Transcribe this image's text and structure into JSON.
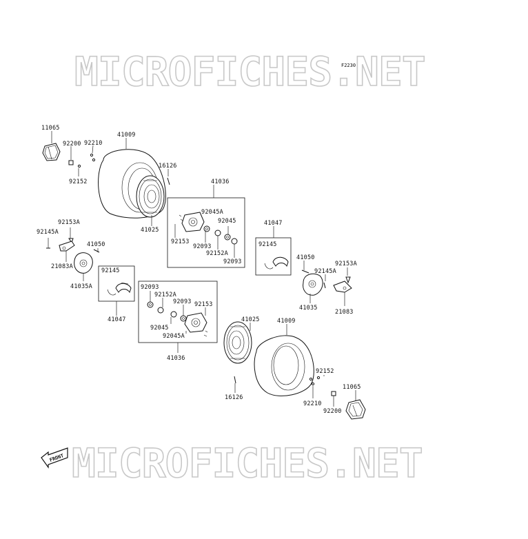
{
  "figure_code": "F2230",
  "watermark_text": "MICROFICHES.NET",
  "front_label": "FRONT",
  "labels": {
    "l11065_a": "11065",
    "l92200_a": "92200",
    "l92210_a": "92210",
    "l41009_a": "41009",
    "l92152_a": "92152",
    "l16126_a": "16126",
    "l41025_a": "41025",
    "l41036_a": "41036",
    "l92045A_a": "92045A",
    "l92045_a": "92045",
    "l92153_a": "92153",
    "l92093_a": "92093",
    "l92152A_a": "92152A",
    "l92093_b": "92093",
    "l41047_a": "41047",
    "l92145_a": "92145",
    "l92153A_a": "92153A",
    "l92145A_a": "92145A",
    "l41050_a": "41050",
    "l21083A_a": "21083A",
    "l41035A_a": "41035A",
    "l92145_b": "92145",
    "l41047_b": "41047",
    "l92093_c": "92093",
    "l92152A_b": "92152A",
    "l92093_d": "92093",
    "l92153_b": "92153",
    "l92045_b": "92045",
    "l92045A_b": "92045A",
    "l41036_b": "41036",
    "l41025_b": "41025",
    "l41009_b": "41009",
    "l41050_b": "41050",
    "l92153A_b": "92153A",
    "l92145A_b": "92145A",
    "l41035_a": "41035",
    "l21083_a": "21083",
    "l92152_b": "92152",
    "l11065_b": "11065",
    "l16126_b": "16126",
    "l92210_b": "92210",
    "l92200_b": "92200"
  }
}
